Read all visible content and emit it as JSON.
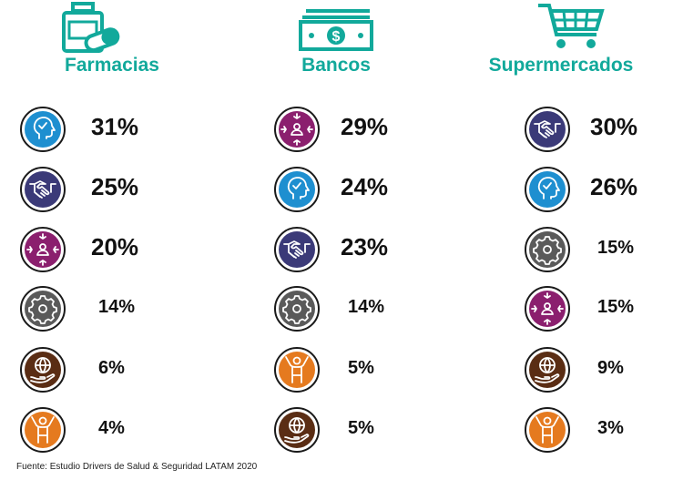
{
  "columns": [
    {
      "title": "Farmacias",
      "header_icon": "pharmacy-bottle-pill-icon",
      "rows": [
        {
          "icon": "mind-check-icon",
          "color": "#1e8fd0",
          "percent": "31%",
          "emphasis": "big"
        },
        {
          "icon": "handshake-icon",
          "color": "#3b3a78",
          "percent": "25%",
          "emphasis": "big"
        },
        {
          "icon": "person-arrows-icon",
          "color": "#8b1f6e",
          "percent": "20%",
          "emphasis": "big"
        },
        {
          "icon": "gear-icon",
          "color": "#5a5a5a",
          "percent": "14%",
          "emphasis": "small"
        },
        {
          "icon": "globe-hand-icon",
          "color": "#5a2d14",
          "percent": "6%",
          "emphasis": "small"
        },
        {
          "icon": "person-arms-up-icon",
          "color": "#e57a1f",
          "percent": "4%",
          "emphasis": "small"
        }
      ]
    },
    {
      "title": "Bancos",
      "header_icon": "banknote-icon",
      "rows": [
        {
          "icon": "person-arrows-icon",
          "color": "#8b1f6e",
          "percent": "29%",
          "emphasis": "big"
        },
        {
          "icon": "mind-check-icon",
          "color": "#1e8fd0",
          "percent": "24%",
          "emphasis": "big"
        },
        {
          "icon": "handshake-icon",
          "color": "#3b3a78",
          "percent": "23%",
          "emphasis": "big"
        },
        {
          "icon": "gear-icon",
          "color": "#5a5a5a",
          "percent": "14%",
          "emphasis": "small"
        },
        {
          "icon": "person-arms-up-icon",
          "color": "#e57a1f",
          "percent": "5%",
          "emphasis": "small"
        },
        {
          "icon": "globe-hand-icon",
          "color": "#5a2d14",
          "percent": "5%",
          "emphasis": "small"
        }
      ]
    },
    {
      "title": "Supermercados",
      "header_icon": "shopping-cart-icon",
      "rows": [
        {
          "icon": "handshake-icon",
          "color": "#3b3a78",
          "percent": "30%",
          "emphasis": "big"
        },
        {
          "icon": "mind-check-icon",
          "color": "#1e8fd0",
          "percent": "26%",
          "emphasis": "big"
        },
        {
          "icon": "gear-icon",
          "color": "#5a5a5a",
          "percent": "15%",
          "emphasis": "small"
        },
        {
          "icon": "person-arrows-icon",
          "color": "#8b1f6e",
          "percent": "15%",
          "emphasis": "small"
        },
        {
          "icon": "globe-hand-icon",
          "color": "#5a2d14",
          "percent": "9%",
          "emphasis": "small"
        },
        {
          "icon": "person-arms-up-icon",
          "color": "#e57a1f",
          "percent": "3%",
          "emphasis": "small"
        }
      ]
    }
  ],
  "accent_color": "#12a99b",
  "source": "Fuente: Estudio Drivers de Salud & Seguridad LATAM 2020"
}
